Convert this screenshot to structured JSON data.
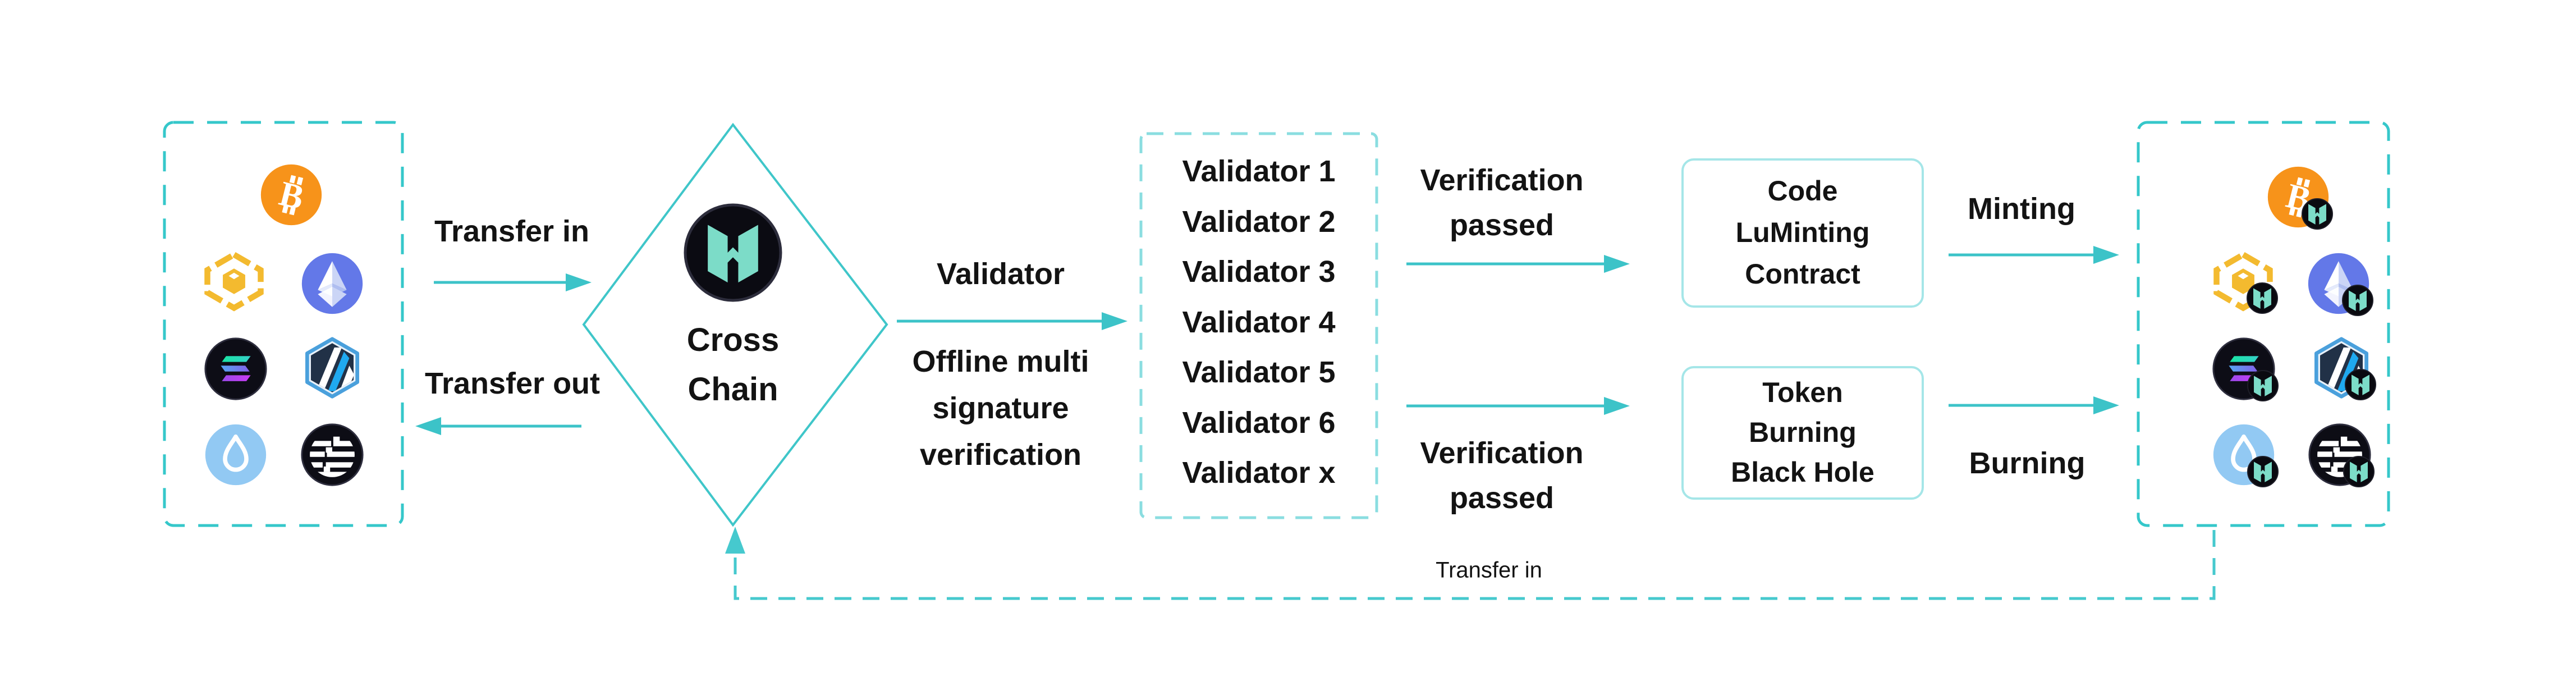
{
  "page": {
    "background": "#FFFFFF",
    "type": "cross-chain-bridge-flow-diagram"
  },
  "colors": {
    "accent_teal": "#3CC7CA",
    "box_dash_teal": "#35C7CA",
    "validator_dash": "#8ADDE0",
    "contract_border": "#A5E6E8",
    "return_dash": "#46C9CE",
    "text": "#131313",
    "logo_teal": "#7CDCC8",
    "logo_bg": "#0B0B12",
    "bitcoin": "#F7931A",
    "bnb": "#F3BA2F",
    "ethereum": "#6378E8",
    "solana_dark": "#0D0D16",
    "arbitrum_navy": "#213147",
    "arbitrum_blue": "#4AA0DC",
    "sui_blue": "#92C9F3",
    "aptos_dark": "#0D0D15"
  },
  "left_panel": {
    "tokens": [
      "bitcoin",
      "bnb-chain",
      "ethereum",
      "solana",
      "arbitrum",
      "sui",
      "aptos"
    ]
  },
  "right_panel": {
    "tokens": [
      "bitcoin-m",
      "bnb-chain-m",
      "ethereum-m",
      "solana-m",
      "arbitrum-m",
      "sui-m",
      "aptos-m"
    ],
    "badge_letter": "M"
  },
  "bridge": {
    "logo_letter": "M",
    "name_line1": "Cross",
    "name_line2": "Chain"
  },
  "labels": {
    "transfer_in": "Transfer in",
    "transfer_out": "Transfer out",
    "validator": "Validator",
    "offline_line1": "Offline multi",
    "offline_line2": "signature",
    "offline_line3": "verification",
    "verification_line1": "Verification",
    "verification_line2": "passed",
    "minting": "Minting",
    "burning": "Burning",
    "return_transfer_in": "Transfer in"
  },
  "validators": [
    "Validator 1",
    "Validator 2",
    "Validator 3",
    "Validator 4",
    "Validator 5",
    "Validator 6",
    "Validator x"
  ],
  "minting_box": {
    "line1": "Code",
    "line2": "LuMinting",
    "line3": "Contract"
  },
  "burning_box": {
    "line1": "Token",
    "line2": "Burning",
    "line3": "Black Hole"
  },
  "icons": {
    "bitcoin_letter": "B"
  }
}
